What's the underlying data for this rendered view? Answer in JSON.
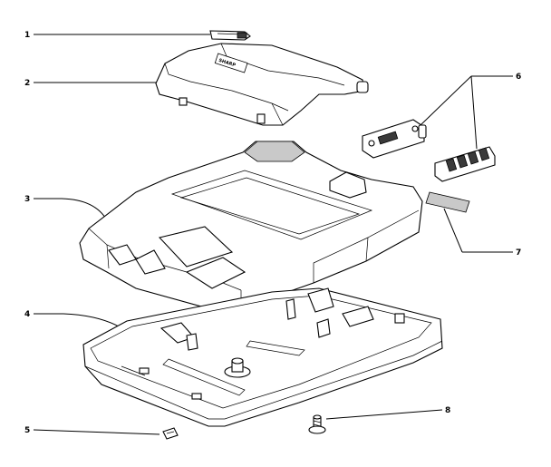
{
  "diagram": {
    "callouts": [
      {
        "id": "1",
        "label": "1"
      },
      {
        "id": "2",
        "label": "2"
      },
      {
        "id": "3",
        "label": "3"
      },
      {
        "id": "4",
        "label": "4"
      },
      {
        "id": "5",
        "label": "5"
      },
      {
        "id": "6",
        "label": "6"
      },
      {
        "id": "7",
        "label": "7"
      },
      {
        "id": "8",
        "label": "8"
      }
    ],
    "cover_badge": "SHARP"
  }
}
